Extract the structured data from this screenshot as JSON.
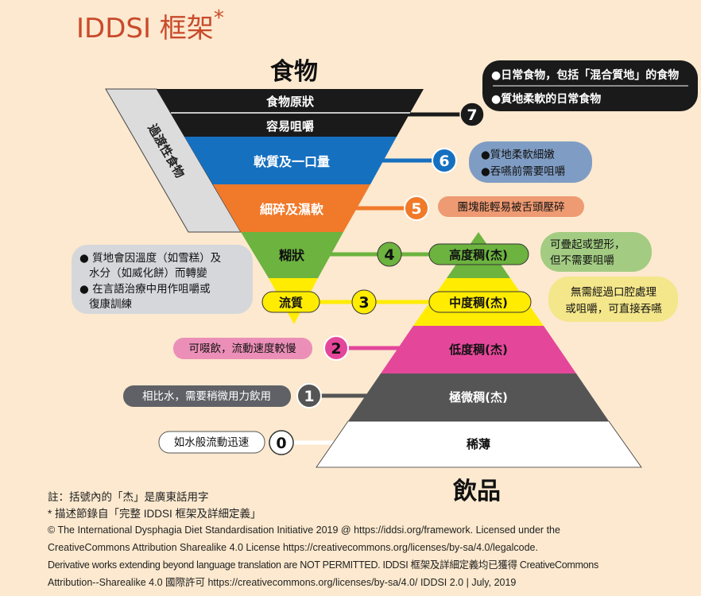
{
  "title": "IDDSI 框架",
  "title_mark": "*",
  "food_heading": "食物",
  "drink_heading": "飲品",
  "transition_label": "過渡性食物",
  "colors": {
    "background": "#fce9cf",
    "title": "#c94a2c",
    "level7": "#1a1a1a",
    "level6": "#1670c0",
    "level5": "#f07a2a",
    "level4": "#6cb33f",
    "level3": "#ffec00",
    "level2": "#e4479a",
    "level1": "#555555",
    "level0": "#ffffff",
    "transition": "#dcdcdc"
  },
  "food_levels": [
    {
      "number": "7",
      "labels": [
        "食物原狀",
        "容易咀嚼"
      ],
      "notes": [
        "●日常食物，包括「混合質地」的食物",
        "●質地柔軟的日常食物"
      ]
    },
    {
      "number": "6",
      "label": "軟質及一口量",
      "notes": [
        "●質地柔軟細嫩",
        "●吞嚥前需要咀嚼"
      ]
    },
    {
      "number": "5",
      "label": "細碎及濕軟",
      "notes": [
        "團塊能輕易被舌頭壓碎"
      ]
    },
    {
      "number": "4",
      "label": "糊狀",
      "notes": [
        "可疊起或塑形，",
        "但不需要咀嚼"
      ]
    },
    {
      "number": "3",
      "label": "流質",
      "notes": [
        "無需經過口腔處理",
        "或咀嚼，可直接吞嚥"
      ]
    }
  ],
  "drink_levels": [
    {
      "number": "4",
      "label": "高度稠(杰)"
    },
    {
      "number": "3",
      "label": "中度稠(杰)"
    },
    {
      "number": "2",
      "label": "低度稠(杰)",
      "note": "可啜飲，流動速度較慢"
    },
    {
      "number": "1",
      "label": "極微稠(杰)",
      "note": "相比水，需要稍微用力飲用"
    },
    {
      "number": "0",
      "label": "稀薄",
      "note": "如水般流動迅速"
    }
  ],
  "transition_notes": [
    "● 質地會因溫度（如雪糕）及",
    "水分（如威化餅）而轉變",
    "● 在言語治療中用作咀嚼或",
    "復康訓練"
  ],
  "footer": [
    "註：括號內的「杰」是廣東話用字",
    "* 描述節錄自「完整 IDDSI 框架及詳細定義」",
    "© The International Dysphagia Diet Standardisation Initiative 2019 @ https://iddsi.org/framework. Licensed under the",
    "CreativeCommons Attribution Sharealike 4.0 License https://creativecommons.org/licenses/by-sa/4.0/legalcode.",
    "Derivative works extending beyond language translation are NOT PERMITTED. IDDSI 框架及詳細定義均已獲得 CreativeCommons",
    "Attribution--Sharealike 4.0 國際許可 https://creativecommons.org/licenses/by-sa/4.0/ IDDSI 2.0 | July, 2019"
  ]
}
